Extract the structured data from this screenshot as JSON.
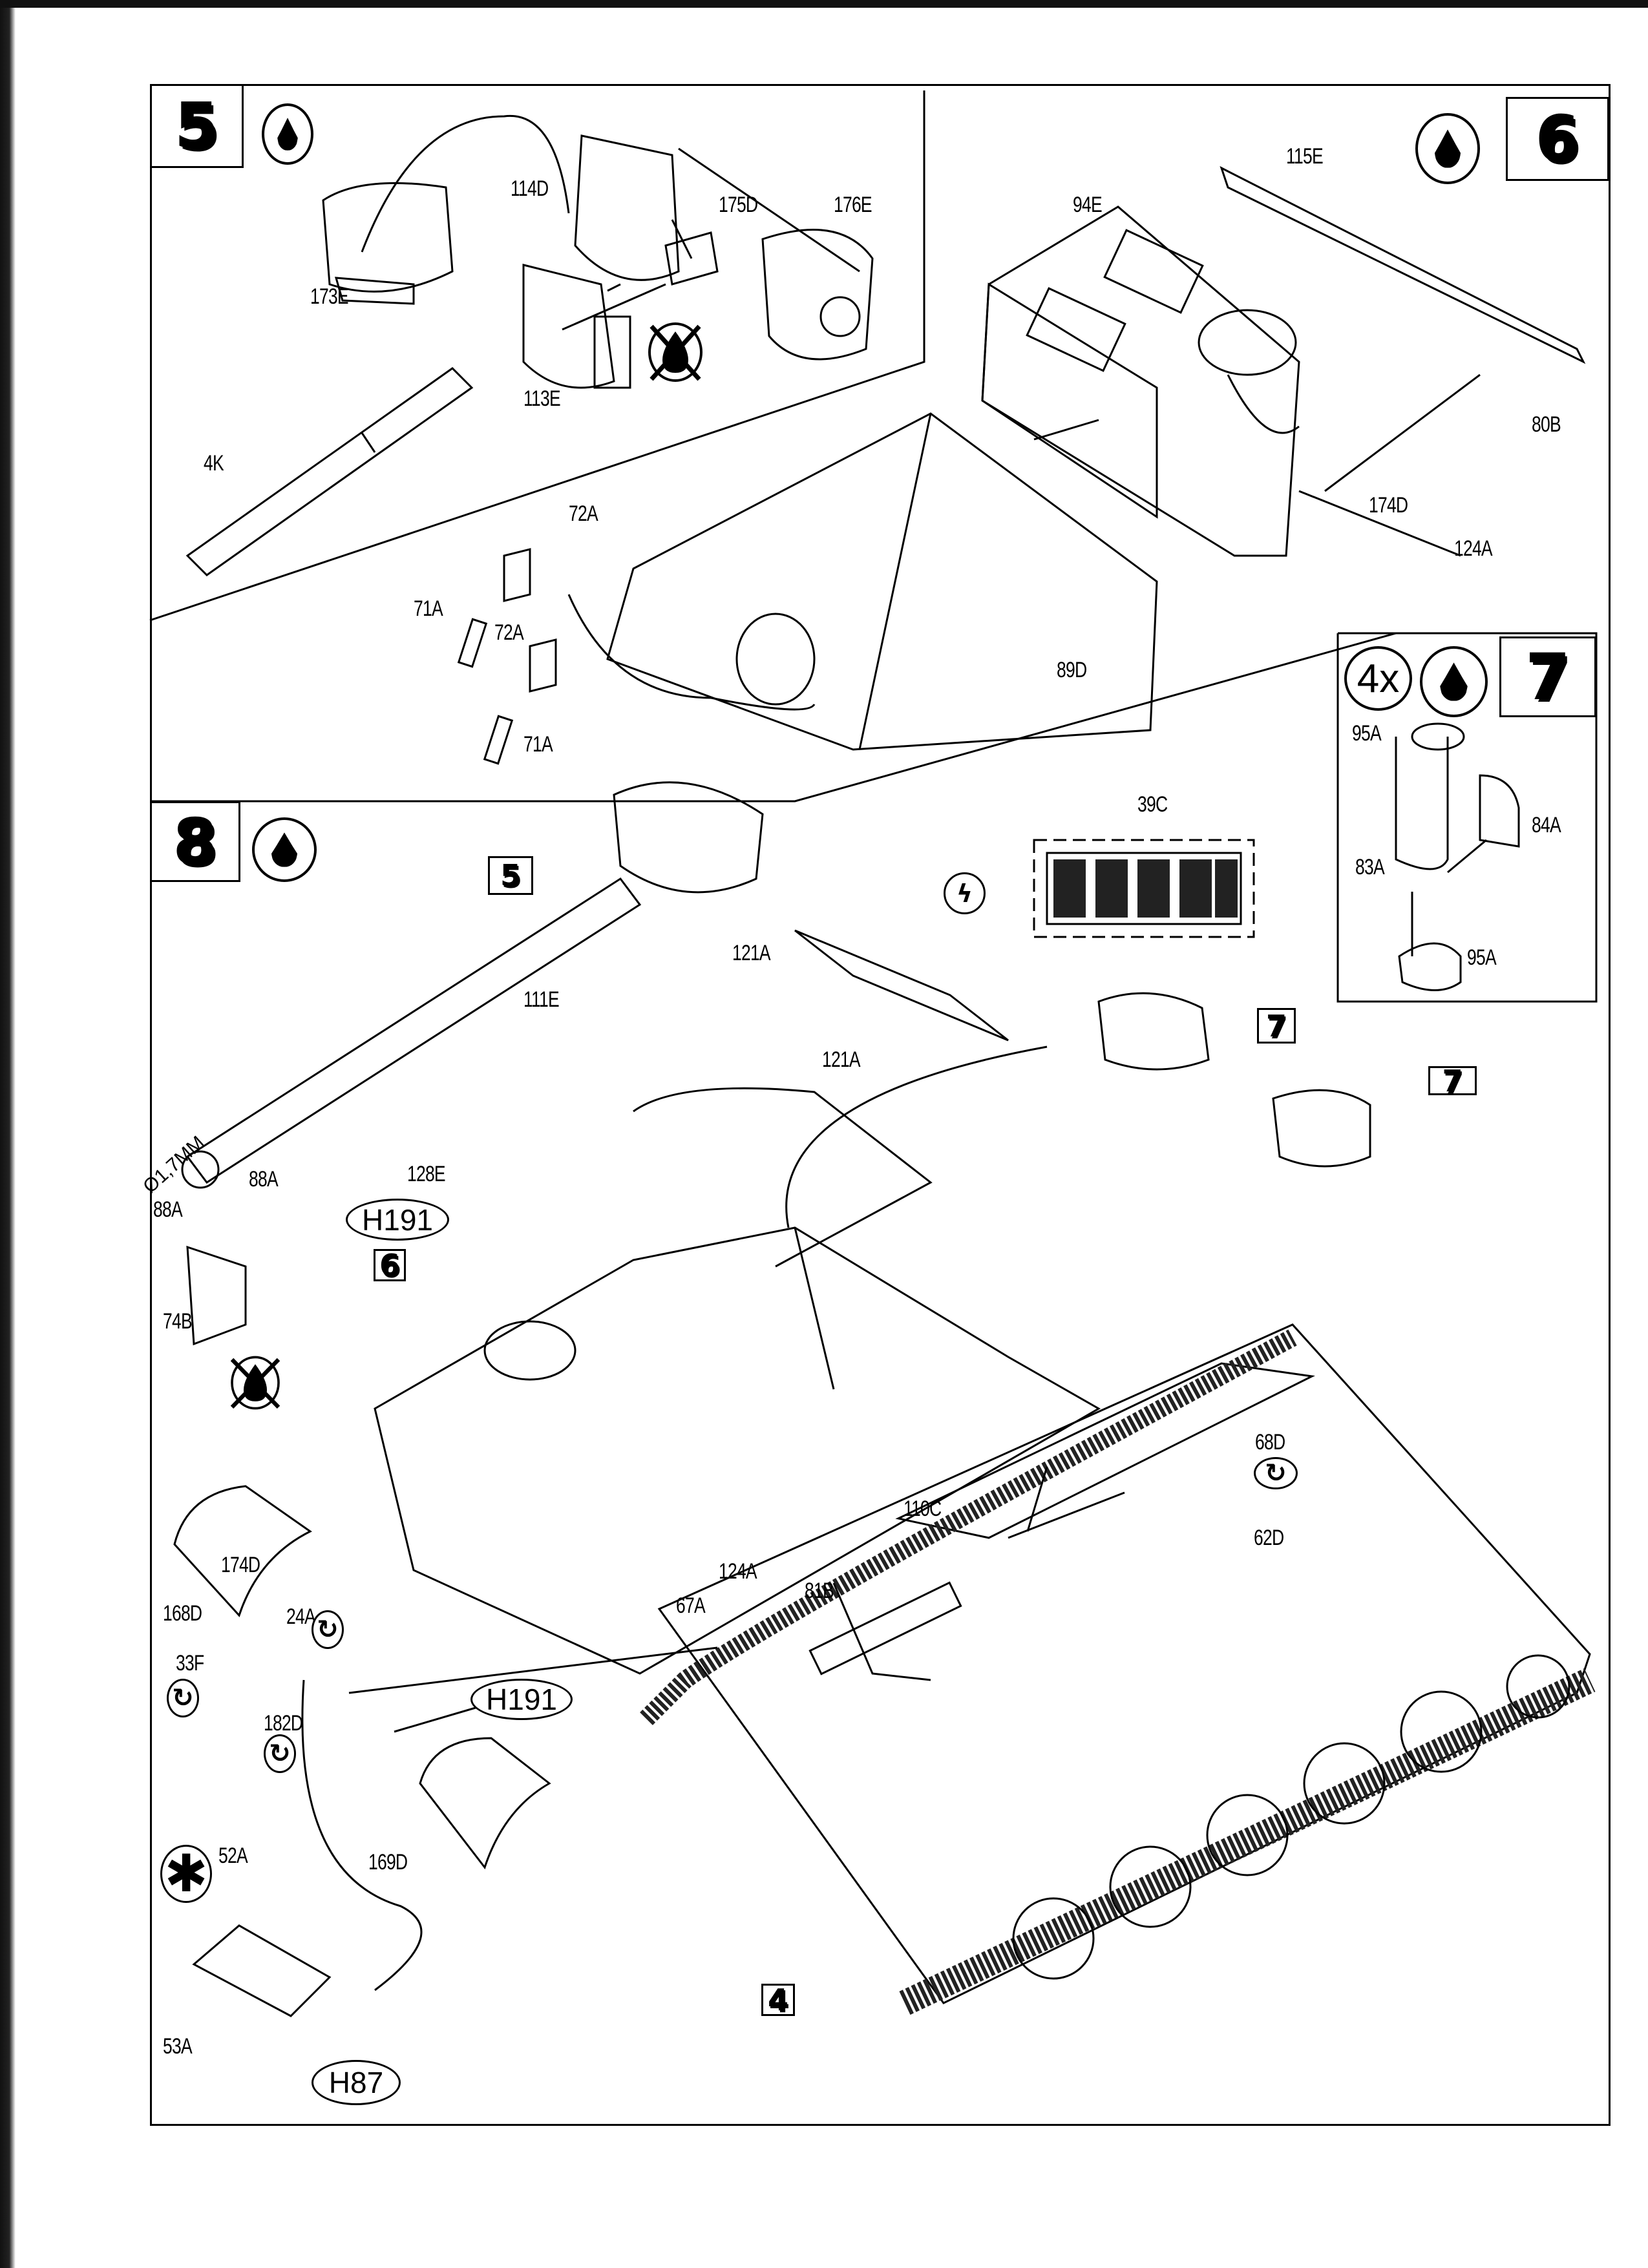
{
  "page": {
    "type": "model kit assembly instructions",
    "steps": [
      {
        "number": "5",
        "glue": "glue-required"
      },
      {
        "number": "6",
        "glue": "glue-required"
      },
      {
        "number": "7",
        "glue": "glue-required",
        "quantity": "4x"
      },
      {
        "number": "8",
        "glue": "glue-required"
      }
    ]
  },
  "step5": {
    "number": "5",
    "parts": [
      "114D",
      "175D",
      "176E",
      "173E",
      "113E",
      "4K"
    ],
    "no_glue_note": "no-glue"
  },
  "step6": {
    "number": "6",
    "parts": [
      "115E",
      "94E",
      "80B",
      "174D",
      "124A",
      "72A",
      "72A",
      "71A",
      "71A",
      "89D"
    ]
  },
  "step7": {
    "number": "7",
    "quantity": "4x",
    "parts": [
      "95A",
      "84A",
      "83A",
      "95A"
    ]
  },
  "step8": {
    "number": "8",
    "subassembly_refs": {
      "turret": "5",
      "superstructure": "6",
      "fuel_tank_1": "7",
      "fuel_tank_2": "7",
      "hull": "4"
    },
    "drill_note": "Ø1,7MM",
    "parts": {
      "p39C": "39C",
      "p121A_1": "121A",
      "p121A_2": "121A",
      "p111E": "111E",
      "p128E": "128E",
      "p88A_1": "88A",
      "p88A_2": "88A",
      "p74B": "74B",
      "p168D": "168D",
      "p174D": "174D",
      "p24A": "24A",
      "p33F": "33F",
      "p182D": "182D",
      "p169D": "169D",
      "p67A": "67A",
      "p124A": "124A",
      "p81B": "81B",
      "p110C": "110C",
      "p68D": "68D",
      "p62D": "62D",
      "p52A": "52A",
      "p53A": "53A"
    },
    "paint_codes": [
      "H191",
      "H191",
      "H87"
    ]
  },
  "icons": {
    "glue": "drop-icon",
    "no_glue": "crossed-drop-icon",
    "rotate": "rotate-arrow-icon",
    "photo_etch": "photoetch-zigzag-icon",
    "multi_assembly": "asterisk-icon"
  }
}
